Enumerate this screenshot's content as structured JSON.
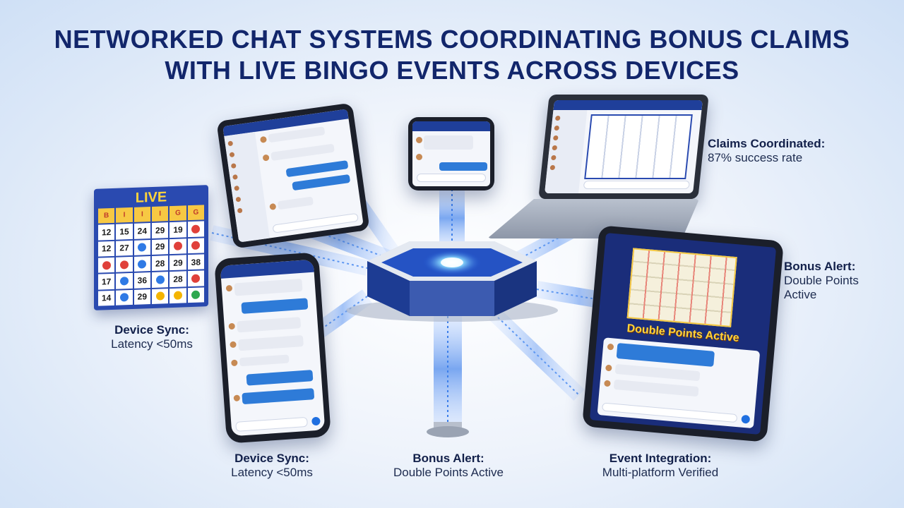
{
  "title": {
    "line1": "NETWORKED CHAT SYSTEMS COORDINATING BONUS CLAIMS",
    "line2": "WITH LIVE BINGO EVENTS ACROSS DEVICES"
  },
  "bingo_card": {
    "live_label": "LIVE",
    "header": [
      "B",
      "I",
      "I",
      "I",
      "G",
      "G"
    ],
    "rows": [
      [
        "12",
        "15",
        "24",
        "29",
        "19",
        ""
      ],
      [
        "12",
        "27",
        "",
        "29",
        "",
        ""
      ],
      [
        "",
        "",
        "",
        "28",
        "29",
        "38"
      ],
      [
        "17",
        "",
        "36",
        "",
        "28",
        ""
      ],
      [
        "14",
        "",
        "29",
        "",
        "",
        ""
      ]
    ]
  },
  "captions": {
    "device_sync_left": {
      "head": "Device Sync:",
      "sub": "Latency <50ms"
    },
    "device_sync_bottom": {
      "head": "Device Sync:",
      "sub": "Latency <50ms"
    },
    "bonus_alert_bottom": {
      "head": "Bonus Alert:",
      "sub": "Double Points Active"
    },
    "event_integration": {
      "head": "Event Integration:",
      "sub": "Multi-platform Verified"
    },
    "claims_coordinated": {
      "head": "Claims Coordinated:",
      "sub": "87% success rate"
    },
    "bonus_alert_right": {
      "head": "Bonus Alert:",
      "sub1": "Double Points",
      "sub2": "Active"
    }
  },
  "tablet_banner": "Double Points Active",
  "colors": {
    "title": "#12266b",
    "stream": "#4f8cf0",
    "device_bezel": "#1b1f2a",
    "app_bar": "#1f3f9a",
    "bubble_out": "#2e7bd8",
    "bingo_blue": "#2a4ab0",
    "bingo_yellow": "#ffd43b"
  },
  "icons": [
    "server-hub-icon",
    "send-icon",
    "avatar-icon"
  ]
}
